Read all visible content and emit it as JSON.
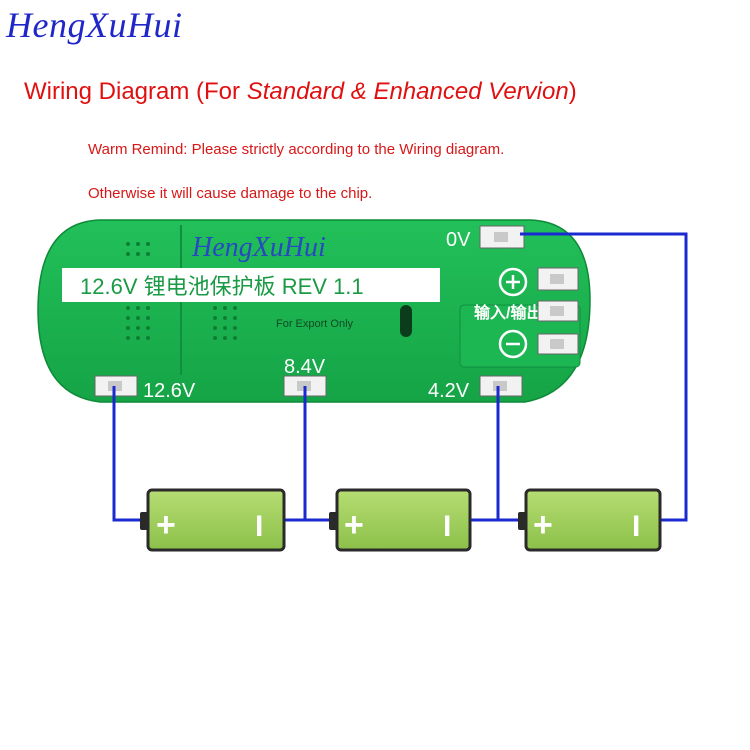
{
  "brand": "HengXuHui",
  "title": {
    "prefix": "Wiring Diagram (For ",
    "italic": "Standard & Enhanced  Vervion",
    "suffix": ")"
  },
  "notes": [
    "Warm Remind: Please strictly according to the Wiring diagram.",
    "Otherwise it will cause damage to the chip."
  ],
  "board": {
    "label": "12.6V 锂电池保护板 REV 1.1",
    "watermark": "HengXuHui",
    "export_text": "For Export Only",
    "io_label": "输入/输出",
    "plus_symbol": "+",
    "minus_symbol": "−",
    "color": "#19b24e"
  },
  "terminals": {
    "v0": "0V",
    "v126": "12.6V",
    "v84": "8.4V",
    "v42": "4.2V"
  },
  "batteries": [
    {
      "plus": "+",
      "minus": "I"
    },
    {
      "plus": "+",
      "minus": "I"
    },
    {
      "plus": "+",
      "minus": "I"
    }
  ],
  "colors": {
    "wire": "#1a2ad0",
    "battery_fill": "#9ccc55",
    "battery_outline": "#2a2a2a",
    "text_red": "#e01010"
  }
}
